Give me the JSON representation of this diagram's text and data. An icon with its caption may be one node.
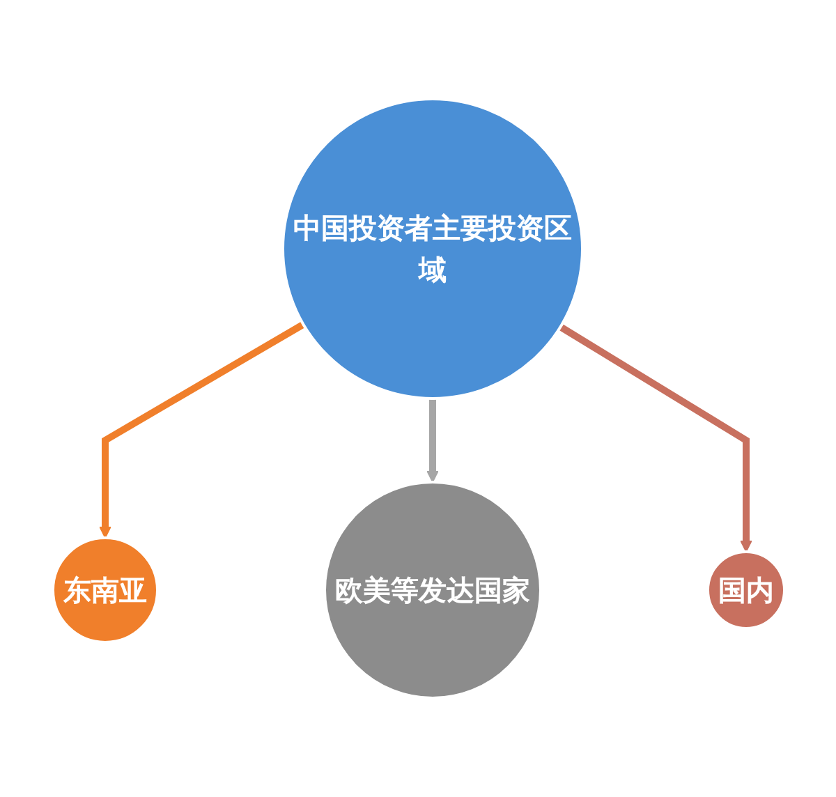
{
  "diagram": {
    "nodes": [
      {
        "text": [
          "东南亚"
        ]
      },
      {
        "text": [
          "中国投资者主要投资区域"
        ]
      },
      {
        "text": [
          "欧美等发达国家"
        ]
      },
      {
        "text": [
          "国内"
        ]
      }
    ],
    "edges": [
      {
        "from": 1,
        "to": 0,
        "arrow": "to",
        "color": "#f07f2b"
      },
      {
        "from": 1,
        "to": 2,
        "arrow": "to",
        "color": "#a6a6a6"
      },
      {
        "from": 1,
        "to": 3,
        "arrow": "to",
        "color": "#c8705f"
      }
    ]
  }
}
